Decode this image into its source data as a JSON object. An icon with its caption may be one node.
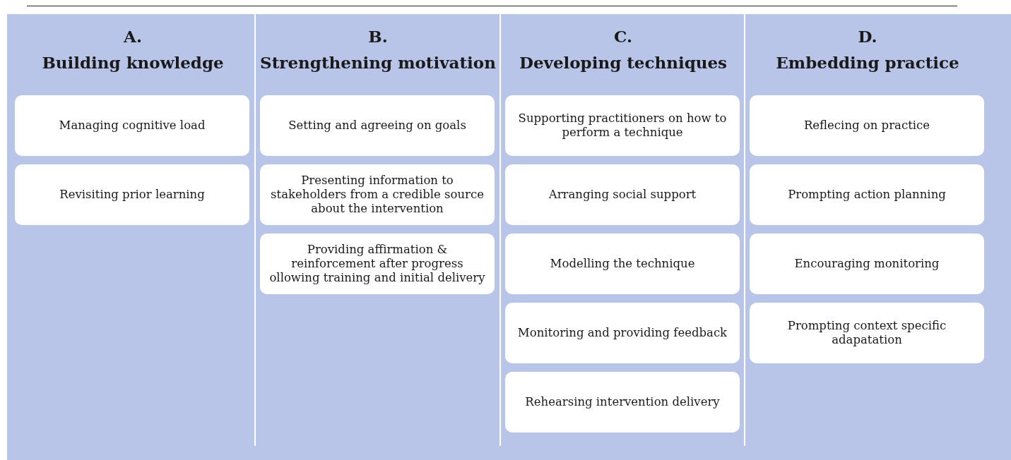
{
  "diagram": {
    "nodes": [
      {
        "text": [
          "A.",
          "Building knowledge"
        ]
      },
      {
        "text": [
          "Managing cognitive load"
        ],
        "in": 0
      },
      {
        "text": [
          "Revisiting prior learning"
        ],
        "in": 0
      },
      {
        "text": [
          "B.",
          "Strengthening motivation"
        ]
      },
      {
        "text": [
          "Setting and agreeing on goals"
        ],
        "in": 3
      },
      {
        "text": [
          "Presenting information to stakeholders from a credible source about the intervention"
        ],
        "in": 3
      },
      {
        "text": [
          "Providing affirmation & reinforcement after progress ollowing training and initial delivery"
        ],
        "in": 3
      },
      {
        "text": [
          "C.",
          "Developing techniques"
        ]
      },
      {
        "text": [
          "Supporting practitioners on how to perform a technique"
        ],
        "in": 7
      },
      {
        "text": [
          "Arranging social support"
        ],
        "in": 7
      },
      {
        "text": [
          "Modelling the technique"
        ],
        "in": 7
      },
      {
        "text": [
          "Monitoring and providing feedback"
        ],
        "in": 7
      },
      {
        "text": [
          "Rehearsing intervention delivery"
        ],
        "in": 7
      },
      {
        "text": [
          "D.",
          "Embedding practice"
        ]
      },
      {
        "text": [
          "Reflecing on practice"
        ],
        "in": 13
      },
      {
        "text": [
          "Prompting action planning"
        ],
        "in": 13
      },
      {
        "text": [
          "Encouraging monitoring"
        ],
        "in": 13
      },
      {
        "text": [
          "Prompting context specific adapatation"
        ],
        "in": 13
      }
    ]
  }
}
